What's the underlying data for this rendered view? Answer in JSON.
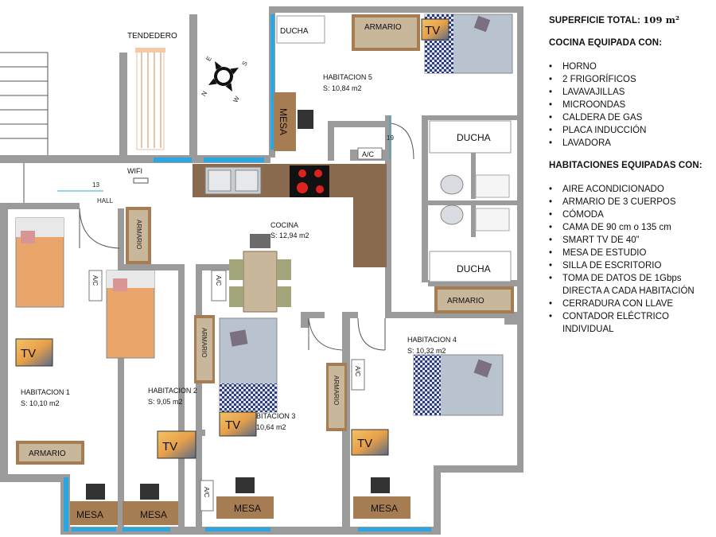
{
  "plan": {
    "tendedero": "TENDEDERO",
    "compass": [
      "N",
      "E",
      "S",
      "W"
    ],
    "wifi": "WIFI",
    "hall": "HALL",
    "door_numbers": [
      "13",
      "19"
    ],
    "cocina": {
      "name": "COCINA",
      "area": "S: 12,94 m2"
    },
    "rooms": [
      {
        "name": "HABITACION 1",
        "area": "S: 10,10 m2"
      },
      {
        "name": "HABITACION 2",
        "area": "S: 9,05 m2"
      },
      {
        "name": "BITACION 3",
        "area": "10,64 m2"
      },
      {
        "name": "HABITACION 4",
        "area": "S: 10,32 m2"
      },
      {
        "name": "HABITACION 5",
        "area": "S: 10,84 m2"
      }
    ],
    "furniture": {
      "ducha": "DUCHA",
      "armario": "ARMARIO",
      "mesa": "MESA",
      "tv": "TV",
      "ac": "A/C"
    }
  },
  "info": {
    "total_prefix": "SUPERFICIE TOTAL: ",
    "total_value": "109 m²",
    "kitchen_heading": "COCINA EQUIPADA CON:",
    "kitchen_items": [
      "HORNO",
      "2 FRIGORÍFICOS",
      "LAVAVAJILLAS",
      "MICROONDAS",
      "CALDERA DE GAS",
      "PLACA INDUCCIÓN",
      "LAVADORA"
    ],
    "rooms_heading": "HABITACIONES EQUIPADAS CON:",
    "room_items": [
      "AIRE ACONDICIONADO",
      "ARMARIO DE 3 CUERPOS",
      "CÓMODA",
      "CAMA DE 90 cm o 135 cm",
      "SMART TV DE 40”",
      "MESA DE ESTUDIO",
      "SILLA DE ESCRITORIO",
      "TOMA DE DATOS DE 1Gbps DIRECTA A CADA HABITACIÓN",
      "CERRADURA CON LLAVE",
      "CONTADOR ELÉCTRICO INDIVIDUAL"
    ]
  },
  "colors": {
    "wall": "#9b9b9b",
    "window": "#2aa7e0",
    "wood": "#a67c52",
    "cabinet": "#c9b79c",
    "counter": "#8a6a4f",
    "mattress_blue": "#b9c3cf",
    "mattress_orange": "#e9a56a"
  }
}
